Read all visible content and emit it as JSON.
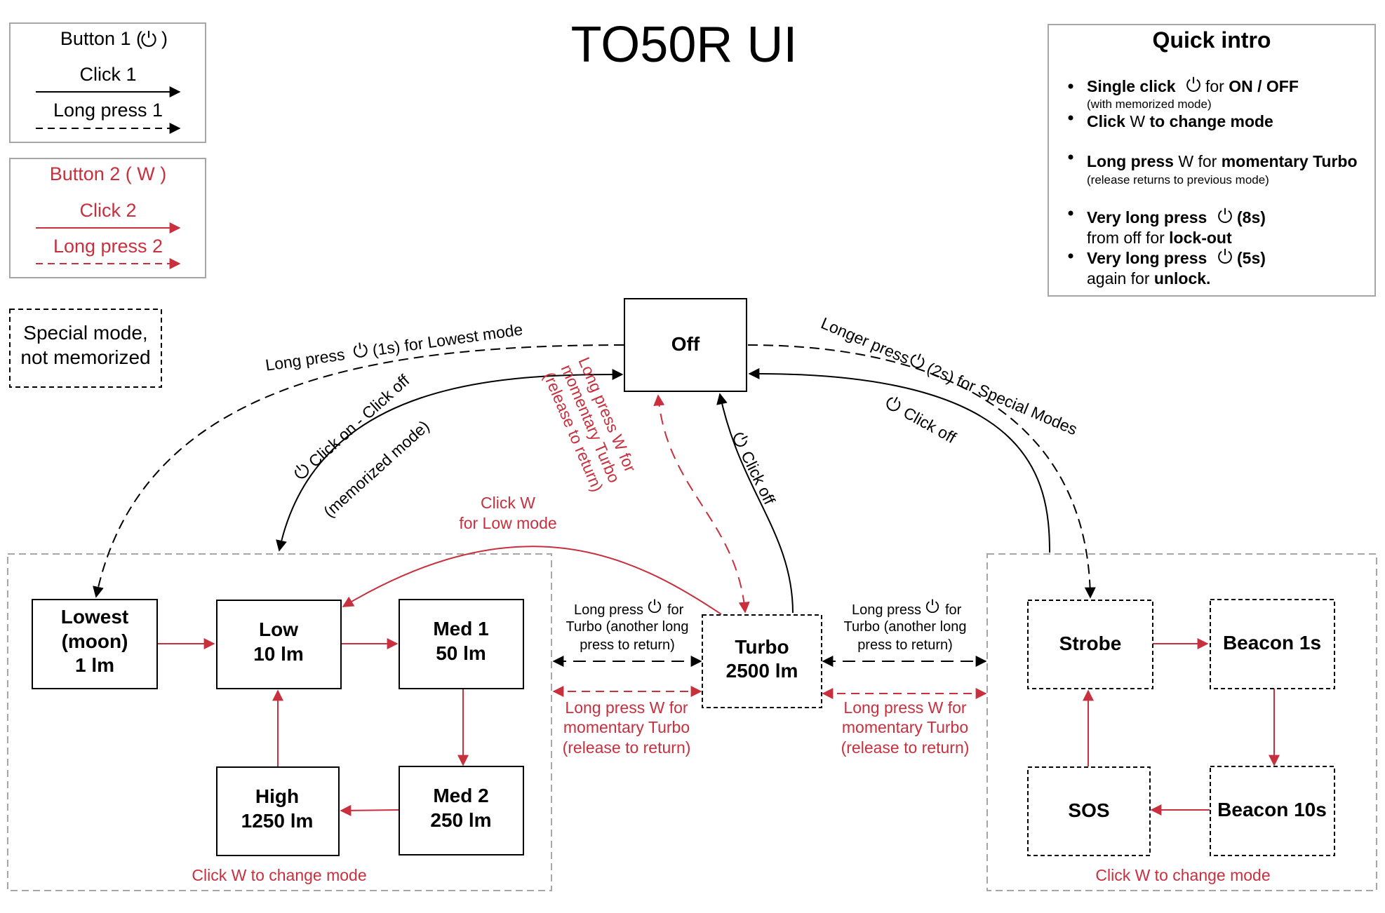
{
  "title": "TO50R UI",
  "colors": {
    "black": "#000000",
    "red": "#c8303e",
    "gray": "#a6a6a6"
  },
  "icons": {
    "power": "power-icon"
  },
  "legend": {
    "button1_title": [
      "Button 1 (",
      ")"
    ],
    "click1": "Click 1",
    "longpress1": "Long press 1",
    "button2_title": "Button 2 ( W )",
    "click2": "Click 2",
    "longpress2": "Long press 2",
    "special": [
      "Special mode,",
      "not memorized"
    ]
  },
  "intro": {
    "title": "Quick intro",
    "b1_bold1": "Single click",
    "b1_mid": "for",
    "b1_bold2": "ON / OFF",
    "b1_note": "(with memorized mode)",
    "b2_bold1": "Click",
    "b2_w": "W",
    "b2_bold2": "to change mode",
    "b3_bold1": "Long press",
    "b3_mid": "W for",
    "b3_bold2": "momentary Turbo",
    "b3_note": "(release returns to previous mode)",
    "b4_bold1": "Very long press",
    "b4_bold2": "(8s)",
    "b4_l2a": "from off for",
    "b4_l2b": "lock-out",
    "b5_bold1": "Very long press",
    "b5_bold2": "(5s)",
    "b5_l2a": "again for",
    "b5_l2b": "unlock."
  },
  "nodes": {
    "off": "Off",
    "lowest": [
      "Lowest",
      "(moon)",
      "1 lm"
    ],
    "low": [
      "Low",
      "10 lm"
    ],
    "med1": [
      "Med 1",
      "50 lm"
    ],
    "med2": [
      "Med 2",
      "250 lm"
    ],
    "high": [
      "High",
      "1250 lm"
    ],
    "turbo": [
      "Turbo",
      "2500 lm"
    ],
    "strobe": "Strobe",
    "beacon1": "Beacon 1s",
    "beacon10": "Beacon 10s",
    "sos": "SOS"
  },
  "labels": {
    "long_press_lowest_a": "Long press",
    "long_press_lowest_b": "(1s) for Lowest mode",
    "longer_press_a": "Longer press",
    "longer_press_b": "(2s) for Special Modes",
    "click_on_off": "Click on - Click off",
    "memorized": "(memorized mode)",
    "click_off": "Click off",
    "momentary_vertical": [
      "Long press W for",
      "momentary Turbo",
      "(release to return)"
    ],
    "click_w_low": [
      "Click W",
      "for Low mode"
    ],
    "lp_turbo_left": [
      "Long press",
      "for",
      "Turbo (another long",
      "press to return)"
    ],
    "lp_turbo_right": [
      "Long press",
      "for",
      "Turbo (another long",
      "press to return)"
    ],
    "lpw_left": [
      "Long press W for",
      "momentary Turbo",
      "(release to return)"
    ],
    "lpw_right": [
      "Long press W for",
      "momentary Turbo",
      "(release to return)"
    ],
    "click_w_change_left": "Click W to change mode",
    "click_w_change_right": "Click W to change mode"
  }
}
